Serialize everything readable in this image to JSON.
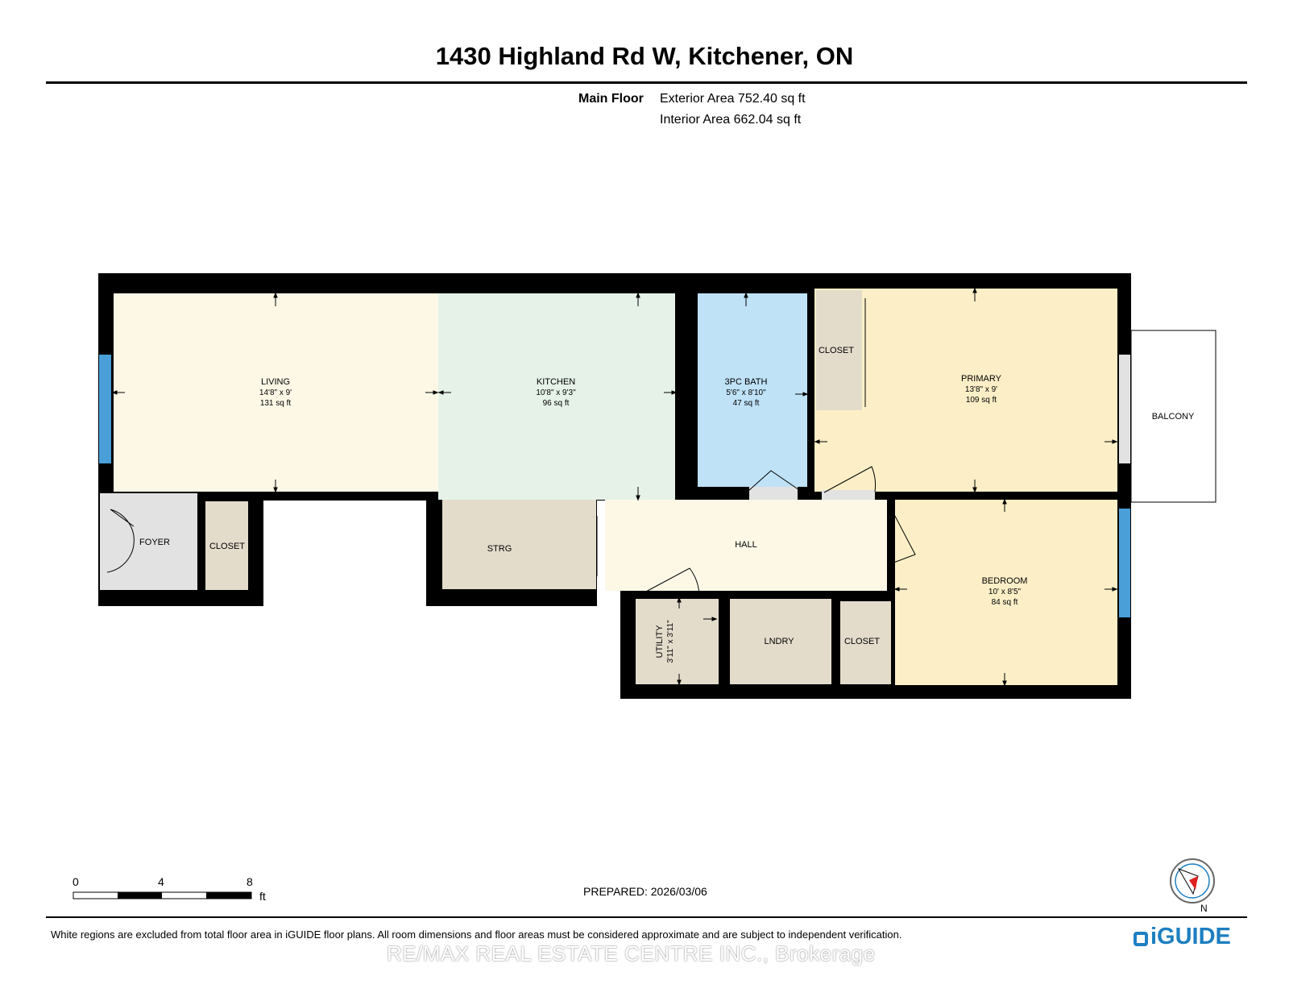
{
  "title": "1430 Highland Rd W, Kitchener, ON",
  "floor": {
    "name": "Main Floor",
    "exterior_area": "Exterior Area 752.40 sq ft",
    "interior_area": "Interior Area 662.04 sq ft"
  },
  "rooms": {
    "living": {
      "name": "LIVING",
      "dims": "14'8\" x 9'",
      "area": "131 sq ft",
      "color": "#fdf8e6"
    },
    "kitchen": {
      "name": "KITCHEN",
      "dims": "10'8\" x 9'3\"",
      "area": "96 sq ft",
      "color": "#e6f2e8"
    },
    "bath": {
      "name": "3PC BATH",
      "dims": "5'6\" x 8'10\"",
      "area": "47 sq ft",
      "color": "#bfe2f7"
    },
    "primary": {
      "name": "PRIMARY",
      "dims": "13'8\" x 9'",
      "area": "109 sq ft",
      "color": "#fcefc7"
    },
    "bedroom": {
      "name": "BEDROOM",
      "dims": "10' x 8'5\"",
      "area": "84 sq ft",
      "color": "#fcefc7"
    },
    "utility": {
      "name": "UTILITY",
      "dims": "3'11\" x 3'11\""
    },
    "foyer": {
      "name": "FOYER"
    },
    "hall": {
      "name": "HALL"
    },
    "strg": {
      "name": "STRG"
    },
    "lndry": {
      "name": "LNDRY"
    },
    "closet_label": "CLOSET",
    "balcony": {
      "name": "BALCONY"
    }
  },
  "scale_bar": {
    "ticks": [
      "0",
      "4",
      "8"
    ],
    "unit": "ft"
  },
  "prepared": "PREPARED: 2026/03/06",
  "compass_label": "N",
  "disclaimer": "White regions are excluded from total floor area in iGUIDE floor plans. All room dimensions and floor areas must be considered approximate and are subject to independent verification.",
  "watermark": "RE/MAX REAL ESTATE CENTRE INC., Brokerage",
  "logo": "iGUIDE",
  "colors": {
    "wall": "#000000",
    "window": "#4a9fd8",
    "closet": "#e4dccb",
    "foyer": "#e2e2e2",
    "hall": "#fdf8e6",
    "logo": "#1e7fc0"
  }
}
